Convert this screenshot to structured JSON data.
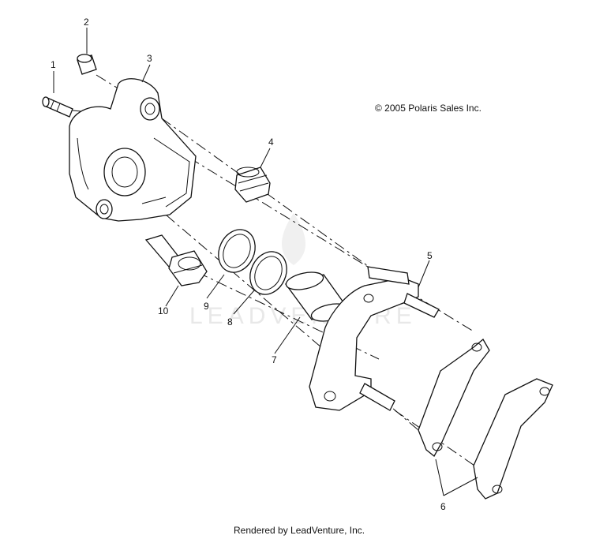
{
  "copyright": "© 2005 Polaris Sales Inc.",
  "footer": "Rendered by LeadVenture, Inc.",
  "watermark": "LEADVENTURE",
  "callouts": [
    "1",
    "2",
    "3",
    "4",
    "5",
    "6",
    "7",
    "8",
    "9",
    "10"
  ]
}
